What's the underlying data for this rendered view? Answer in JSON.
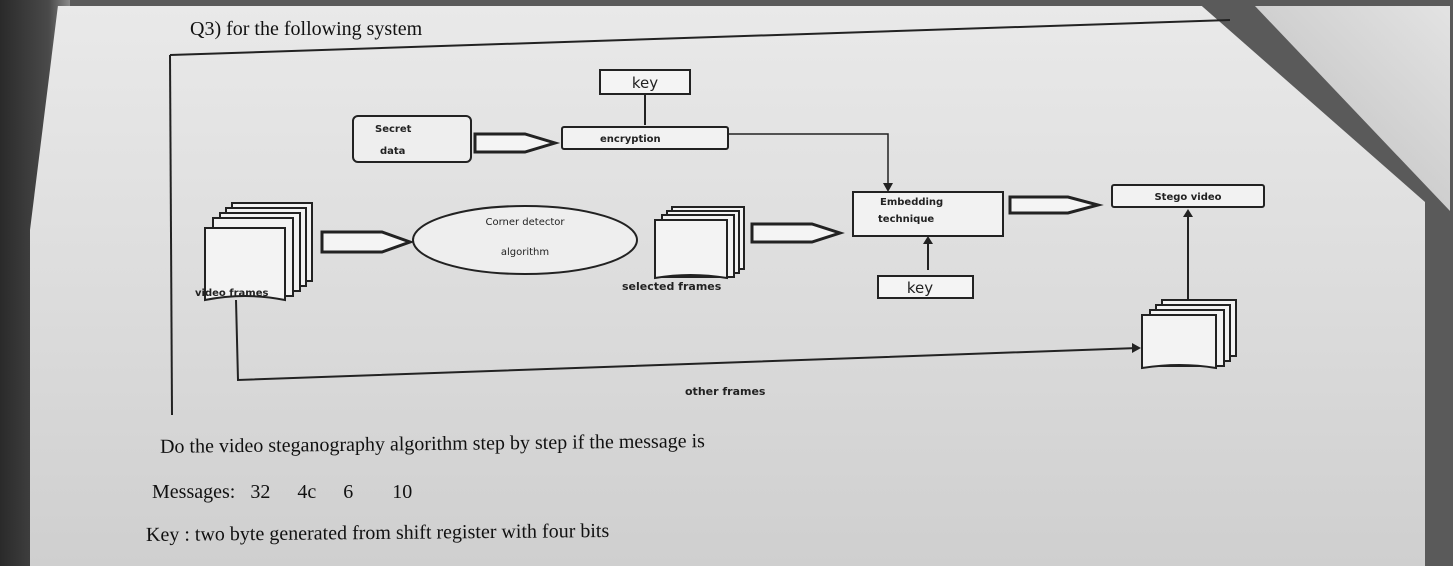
{
  "question_title": "Q3) for the following system",
  "diagram": {
    "key_top": "key",
    "secret_line1": "Secret",
    "secret_line2": "data",
    "encryption": "encryption",
    "embedding_line1": "Embedding",
    "embedding_line2": "technique",
    "stego_video": "Stego video",
    "corner_line1": "Corner detector",
    "corner_line2": "algorithm",
    "video_frames": "video frames",
    "selected_frames": "selected frames",
    "key_bottom": "key",
    "other_frames": "other frames"
  },
  "instruction": "Do the video steganography algorithm step by step if the message is",
  "messages_label": "Messages:",
  "messages_values": [
    "32",
    "4c",
    "6",
    "10"
  ],
  "key_line": "Key : two byte generated from shift register with four bits"
}
